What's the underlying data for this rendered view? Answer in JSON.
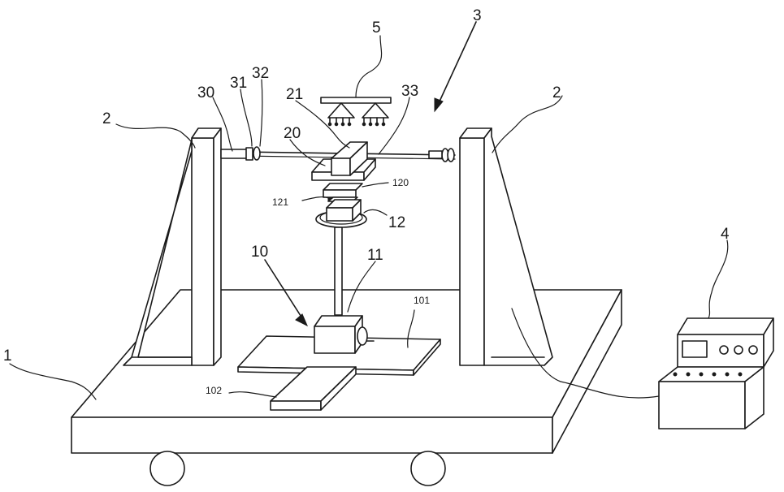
{
  "labels": {
    "l1": "1",
    "l2_left": "2",
    "l2_right": "2",
    "l3": "3",
    "l4": "4",
    "l5": "5",
    "l10": "10",
    "l11": "11",
    "l12": "12",
    "l20": "20",
    "l21": "21",
    "l30": "30",
    "l31": "31",
    "l32": "32",
    "l33": "33",
    "l101": "101",
    "l102": "102",
    "l120": "120",
    "l121": "121"
  }
}
